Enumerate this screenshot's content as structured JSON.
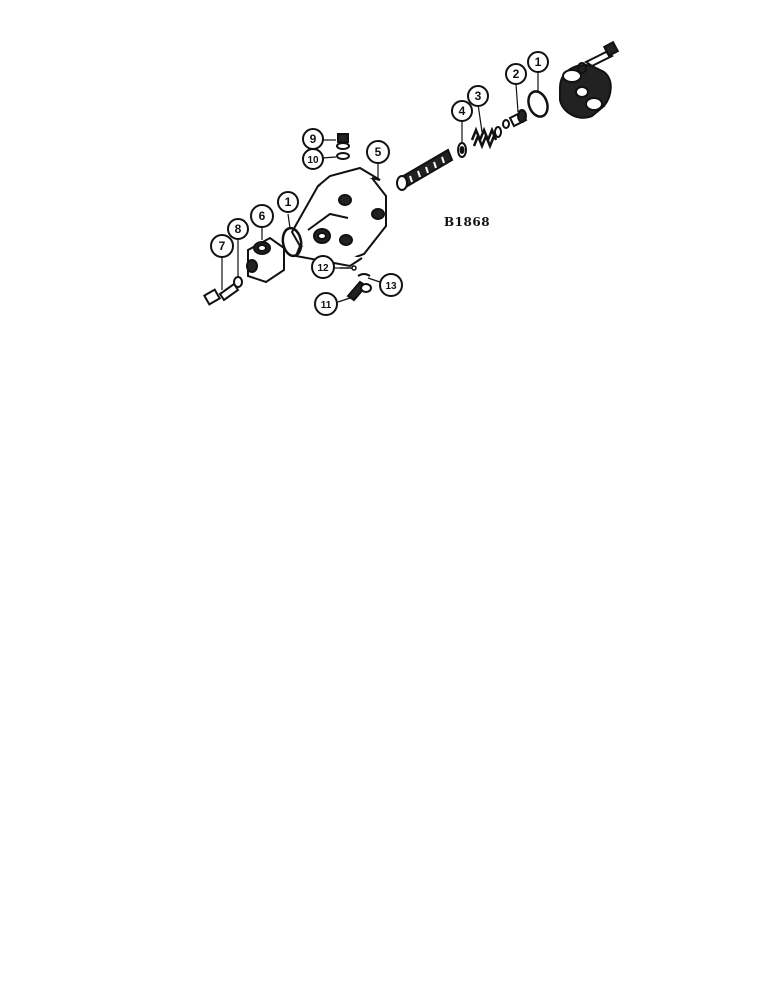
{
  "figure": {
    "code": "B1868",
    "callouts": [
      "1",
      "2",
      "3",
      "4",
      "5",
      "6",
      "7",
      "8",
      "9",
      "10",
      "11",
      "12",
      "13",
      "1"
    ]
  }
}
